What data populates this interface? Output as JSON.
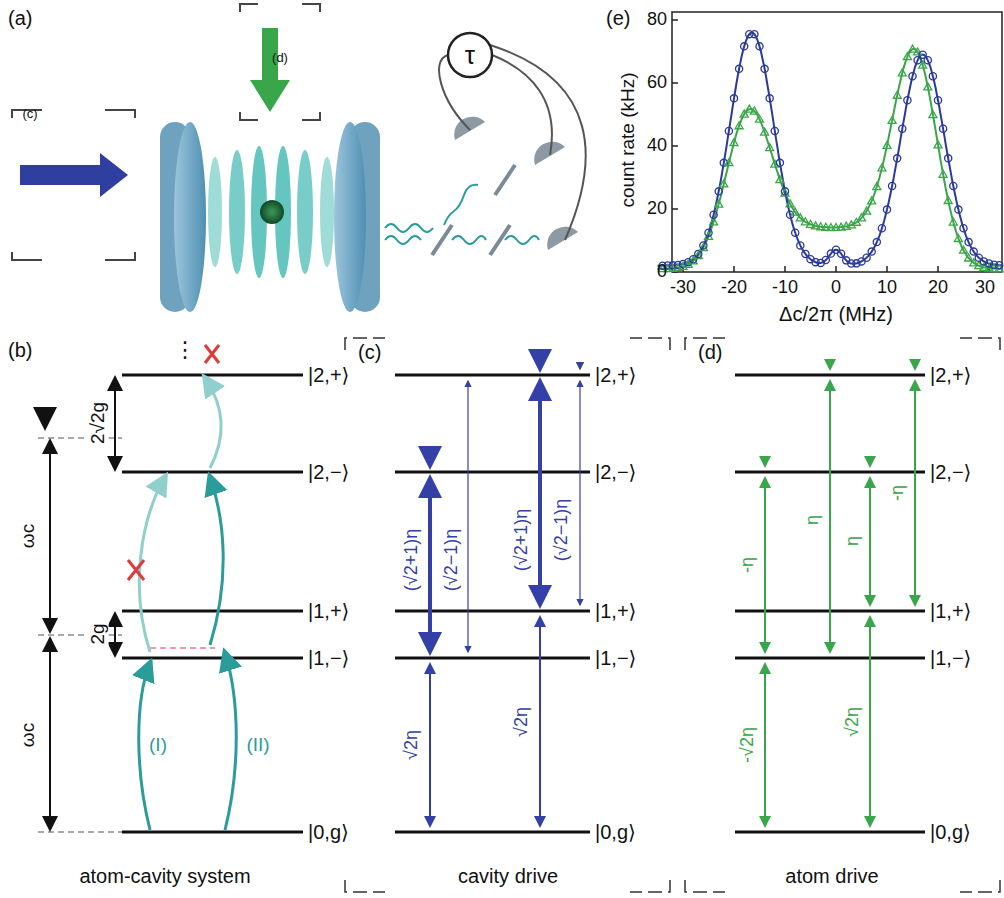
{
  "diagram": {
    "labels": [
      "(a)",
      "(d)",
      "(c)",
      "τ",
      "(e)",
      "count rate (kHz)",
      "80",
      "60",
      "40",
      "20",
      "0",
      "-30",
      "-20",
      "-10",
      "0",
      "10",
      "20",
      "30",
      "Δc/2π (MHz)",
      "(b)",
      "⋮",
      "|2,+⟩",
      "|2,−⟩",
      "|1,+⟩",
      "|1,−⟩",
      "|0,g⟩",
      "2√2g",
      "ωc",
      "2g",
      "ωc",
      "(I)",
      "(II)",
      "atom-cavity system",
      "(c)",
      "|2,+⟩",
      "|2,−⟩",
      "|1,+⟩",
      "|1,−⟩",
      "|0,g⟩",
      "(√2+1)η",
      "(√2−1)η",
      "(√2+1)η",
      "(√2−1)η",
      "√2η",
      "√2η",
      "cavity drive",
      "(d)",
      "|2,+⟩",
      "|2,−⟩",
      "|1,+⟩",
      "|1,−⟩",
      "|0,g⟩",
      "-η",
      "η",
      "η",
      "-η",
      "-√2η",
      "√2η",
      "atom drive"
    ]
  }
}
